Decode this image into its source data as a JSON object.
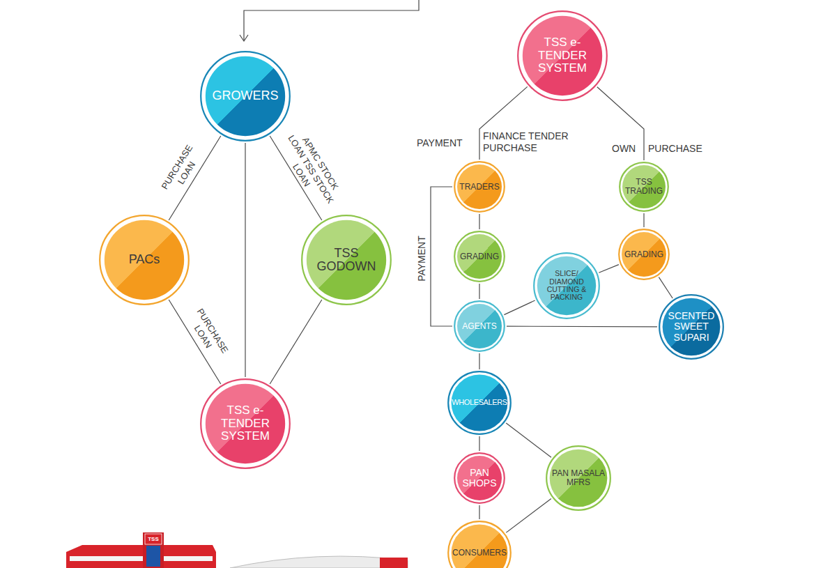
{
  "diagram": {
    "nodes": [
      {
        "text": [
          "GROWERS"
        ]
      },
      {
        "text": [
          "PACs"
        ]
      },
      {
        "text": [
          "TSS GODOWN"
        ]
      },
      {
        "text": [
          "TSS e-TENDER SYSTEM"
        ]
      },
      {
        "text": [
          "TSS e-TENDER SYSTEM"
        ]
      },
      {
        "text": [
          "TRADERS"
        ]
      },
      {
        "text": [
          "TSS TRADING"
        ]
      },
      {
        "text": [
          "GRADING"
        ]
      },
      {
        "text": [
          "GRADING"
        ]
      },
      {
        "text": [
          "SLICE/ DIAMOND CUTTING & PACKING"
        ]
      },
      {
        "text": [
          "AGENTS"
        ]
      },
      {
        "text": [
          "SCENTED SWEET SUPARI"
        ]
      },
      {
        "text": [
          "WHOLESALERS"
        ]
      },
      {
        "text": [
          "PAN SHOPS"
        ]
      },
      {
        "text": [
          "PAN MASALA MFRS"
        ]
      },
      {
        "text": [
          "CONSUMERS"
        ]
      }
    ],
    "edges": [
      {
        "from": 0,
        "to": 1,
        "label": "PURCHASE LOAN",
        "arrow": "none"
      },
      {
        "from": 0,
        "to": 2,
        "label": "APMC STOCK LOAN TSS STOCK LOAN",
        "arrow": "none"
      },
      {
        "from": 0,
        "to": 3,
        "arrow": "none"
      },
      {
        "from": 1,
        "to": 3,
        "label": "PURCHASE LOAN",
        "arrow": "none"
      },
      {
        "from": 2,
        "to": 3,
        "arrow": "none"
      },
      {
        "from": 4,
        "to": 5,
        "label": "FINANCE TENDER PURCHASE",
        "arrow": "none"
      },
      {
        "from": 4,
        "to": 6,
        "label": "PURCHASE",
        "arrow": "none"
      },
      {
        "from": 5,
        "to": 10,
        "label": "PAYMENT",
        "arrow": "none"
      },
      {
        "from": 5,
        "to": 7,
        "arrow": "none"
      },
      {
        "from": 7,
        "to": 10,
        "arrow": "none"
      },
      {
        "from": 6,
        "to": 8,
        "arrow": "none"
      },
      {
        "from": 8,
        "to": 9,
        "arrow": "none"
      },
      {
        "from": 8,
        "to": 11,
        "arrow": "none"
      },
      {
        "from": 9,
        "to": 10,
        "arrow": "none"
      },
      {
        "from": 11,
        "to": 10,
        "arrow": "none"
      },
      {
        "from": 10,
        "to": 12,
        "arrow": "none"
      },
      {
        "from": 12,
        "to": 13,
        "arrow": "none"
      },
      {
        "from": 13,
        "to": 15,
        "arrow": "none"
      },
      {
        "from": 12,
        "to": 14,
        "arrow": "none"
      },
      {
        "from": 14,
        "to": 15,
        "arrow": "none"
      }
    ],
    "labels": [
      "PAYMENT",
      "OWN",
      "TSS"
    ]
  }
}
